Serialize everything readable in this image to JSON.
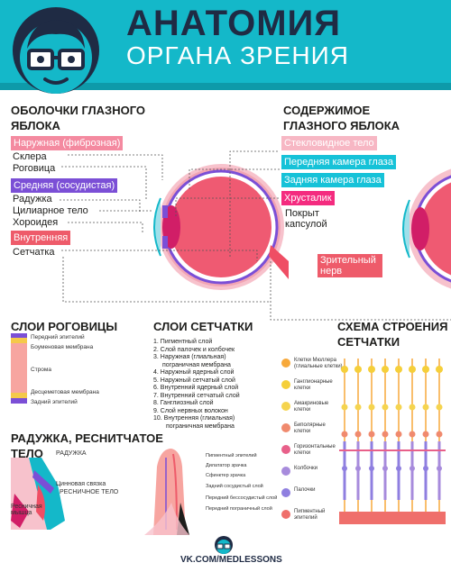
{
  "header": {
    "title": "АНАТОМИЯ",
    "subtitle": "ОРГАНА ЗРЕНИЯ",
    "avatar_icon": "nerd-glasses-avatar-icon"
  },
  "membranes": {
    "title_line1": "ОБОЛОЧКИ ГЛАЗНОГО",
    "title_line2": "ЯБЛОКА",
    "outer": "Наружная (фиброзная)",
    "sclera": "Склера",
    "cornea": "Роговица",
    "middle": "Средняя (сосудистая)",
    "iris": "Радужка",
    "ciliary_body": "Цилиарное тело",
    "choroid": "Хороидея",
    "inner": "Внутренняя",
    "retina": "Сетчатка"
  },
  "contents": {
    "title_line1": "СОДЕРЖИМОЕ",
    "title_line2": "ГЛАЗНОГО ЯБЛОКА",
    "vitreous": "Стекловидное тело",
    "anterior_chamber": "Передняя камера глаза",
    "posterior_chamber": "Задняя камера глаза",
    "lens": "Хрусталик",
    "covered_line1": "Покрыт",
    "covered_line2": "капсулой",
    "optic_nerve_line1": "Зрительный",
    "optic_nerve_line2": "нерв"
  },
  "cornea_layers": {
    "title": "СЛОИ РОГОВИЦЫ",
    "items": [
      "Передний эпителий",
      "Боуменовая мембрана",
      "Строма",
      "Десцеметовая мембрана",
      "Задний эпителий"
    ]
  },
  "retina_layers": {
    "title": "СЛОИ СЕТЧАТКИ",
    "items": [
      "1. Пигментный слой",
      "2. Слой палочек и колбочек",
      "3. Наружная (глиальная)",
      "пограничная мембрана",
      "4. Наружный ядерный слой",
      "5. Наружный сетчатый слой",
      "6. Внутренний ядерный слой",
      "7. Внутренний сетчатый слой",
      "8. Ганглиозный слой",
      "9. Слой нервных волокон",
      "10. Внутренняя (глиальная)",
      "пограничная мембрана"
    ]
  },
  "retina_scheme": {
    "title_line1": "СХЕМА СТРОЕНИЯ",
    "title_line2": "СЕТЧАТКИ",
    "legend": [
      {
        "label1": "Клетки Мюллера",
        "label2": "(глиальные клетки)",
        "color": "#f7a93b"
      },
      {
        "label1": "Ганглионарные",
        "label2": "клетки",
        "color": "#f5cf3a"
      },
      {
        "label1": "Амакриновые",
        "label2": "клетки",
        "color": "#f5d44f"
      },
      {
        "label1": "Биполярные",
        "label2": "клетки",
        "color": "#f08a6e"
      },
      {
        "label1": "Горизонтальные",
        "label2": "клетки",
        "color": "#e8608a"
      },
      {
        "label1": "Колбочки",
        "label2": "",
        "color": "#a78bdc"
      },
      {
        "label1": "Палочки",
        "label2": "",
        "color": "#8f7fe0"
      },
      {
        "label1": "Пигментный",
        "label2": "эпителий",
        "color": "#ef6f6b"
      }
    ]
  },
  "iris_section": {
    "title_line1": "РАДУЖКА, РЕСНИТЧАТОЕ",
    "title_line2": "ТЕЛО",
    "iris": "РАДУЖКА",
    "zonule": "Цинновая связка",
    "ciliary": "РЕСНИЧНОЕ ТЕЛО",
    "muscle_line1": "Ресничная",
    "muscle_line2": "мышца",
    "detail": [
      "Пигментный эпителий",
      "Дилататор зрачка",
      "Сфинктер зрачка",
      "Задний сосудистый слой",
      "Передний бессосудистый слой",
      "Передний пограничный слой"
    ]
  },
  "footer": {
    "link": "VK.COM/MEDLESSONS",
    "icon": "nerd-glasses-avatar-icon"
  }
}
